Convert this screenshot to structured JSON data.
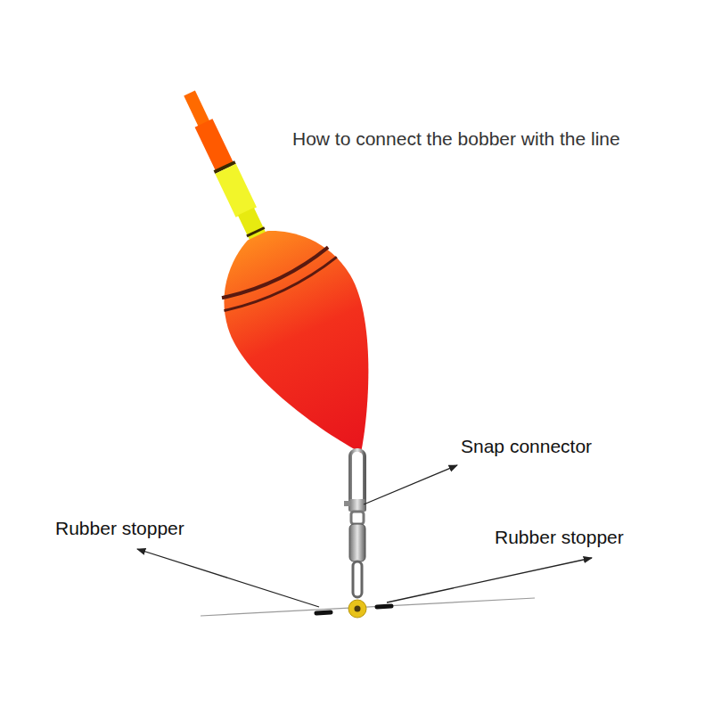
{
  "diagram": {
    "title": "How to connect the bobber with the line",
    "labels": [
      "Snap connector",
      "Rubber stopper",
      "Rubber stopper"
    ]
  }
}
